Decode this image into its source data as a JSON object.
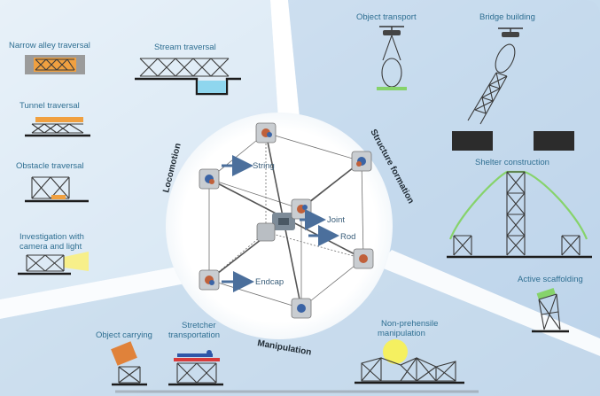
{
  "sections": {
    "locomotion": "Locomotion",
    "structure_formation": "Structure formation",
    "manipulation": "Manipulation"
  },
  "locomotion_tasks": {
    "narrow_alley": "Narrow alley traversal",
    "stream": "Stream traversal",
    "tunnel": "Tunnel traversal",
    "obstacle": "Obstacle traversal",
    "investigation_line1": "Investigation with",
    "investigation_line2": "camera and light"
  },
  "structure_tasks": {
    "object_transport": "Object transport",
    "bridge_building": "Bridge building",
    "shelter_construction": "Shelter construction",
    "active_scaffolding": "Active scaffolding"
  },
  "manipulation_tasks": {
    "object_carrying": "Object carrying",
    "stretcher_line1": "Stretcher",
    "stretcher_line2": "transportation",
    "nonprehensile_line1": "Non-prehensile",
    "nonprehensile_line2": "manipulation"
  },
  "module_parts": {
    "string": "String",
    "joint": "Joint",
    "rod": "Rod",
    "endcap": "Endcap"
  },
  "colors": {
    "panel_light": "#dce9f4",
    "panel_blue": "#b9d3ea",
    "arrow": "#4b6f9c",
    "orange": "#f0a040",
    "green": "#86d36b",
    "water": "#8fd6ee",
    "light_beam": "#f7ef8a",
    "sun": "#f5f060",
    "stretcher_red": "#d93a3a",
    "stretcher_blue": "#2f56a8",
    "box_orange": "#e0823a",
    "ground": "#1c1c1c",
    "block": "#2c2c2c"
  }
}
